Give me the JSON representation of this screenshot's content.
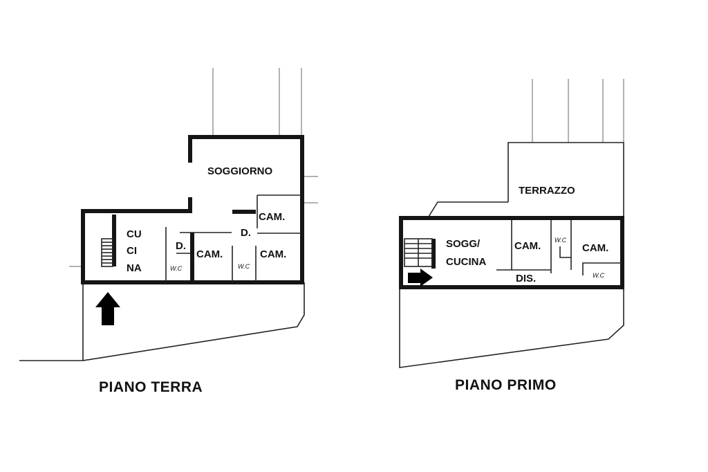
{
  "plans": [
    {
      "title": "PIANO TERRA",
      "rooms": {
        "soggiorno": "SOGGIORNO",
        "cucina_1": "CU",
        "cucina_2": "CI",
        "cucina_3": "NA",
        "disimpegno_a": "D.",
        "disimpegno_b": "D.",
        "camera_a": "CAM.",
        "camera_b": "CAM.",
        "camera_c": "CAM.",
        "wc_a": "W.C",
        "wc_b": "W.C"
      }
    },
    {
      "title": "PIANO PRIMO",
      "rooms": {
        "terrazzo": "TERRAZZO",
        "soggiorno_cucina_1": "SOGG/",
        "soggiorno_cucina_2": "CUCINA",
        "camera_a": "CAM.",
        "camera_b": "CAM.",
        "wc_a": "W.C",
        "wc_b": "W.C",
        "disimpegno": "DIS."
      }
    }
  ]
}
